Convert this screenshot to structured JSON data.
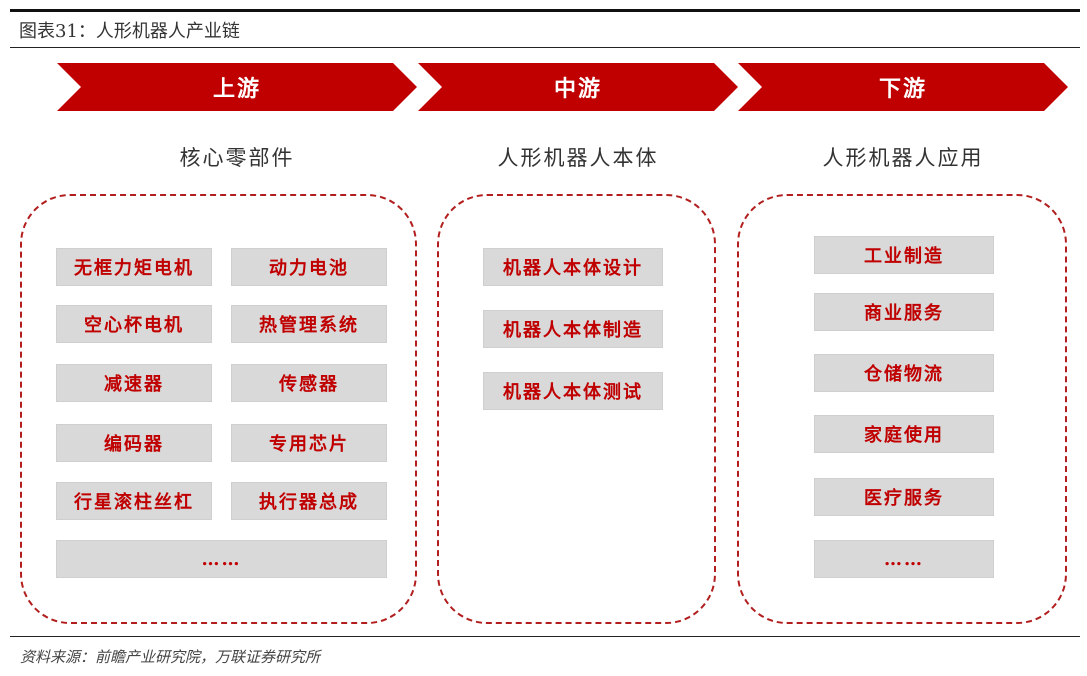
{
  "figure_title": "图表31：人形机器人产业链",
  "source": "资料来源：前瞻产业研究院，万联证券研究所",
  "arrows": {
    "upstream": "上游",
    "midstream": "中游",
    "downstream": "下游"
  },
  "stages": {
    "upstream": {
      "title": "核心零部件",
      "items": [
        "无框力矩电机",
        "动力电池",
        "空心杯电机",
        "热管理系统",
        "减速器",
        "传感器",
        "编码器",
        "专用芯片",
        "行星滚柱丝杠",
        "执行器总成",
        "……"
      ]
    },
    "midstream": {
      "title": "人形机器人本体",
      "items": [
        "机器人本体设计",
        "机器人本体制造",
        "机器人本体测试"
      ]
    },
    "downstream": {
      "title": "人形机器人应用",
      "items": [
        "工业制造",
        "商业服务",
        "仓储物流",
        "家庭使用",
        "医疗服务",
        "……"
      ]
    }
  },
  "colors": {
    "accent": "#c00000",
    "box_fill": "#d9d9d9",
    "dashed_border": "#b21e1e"
  }
}
